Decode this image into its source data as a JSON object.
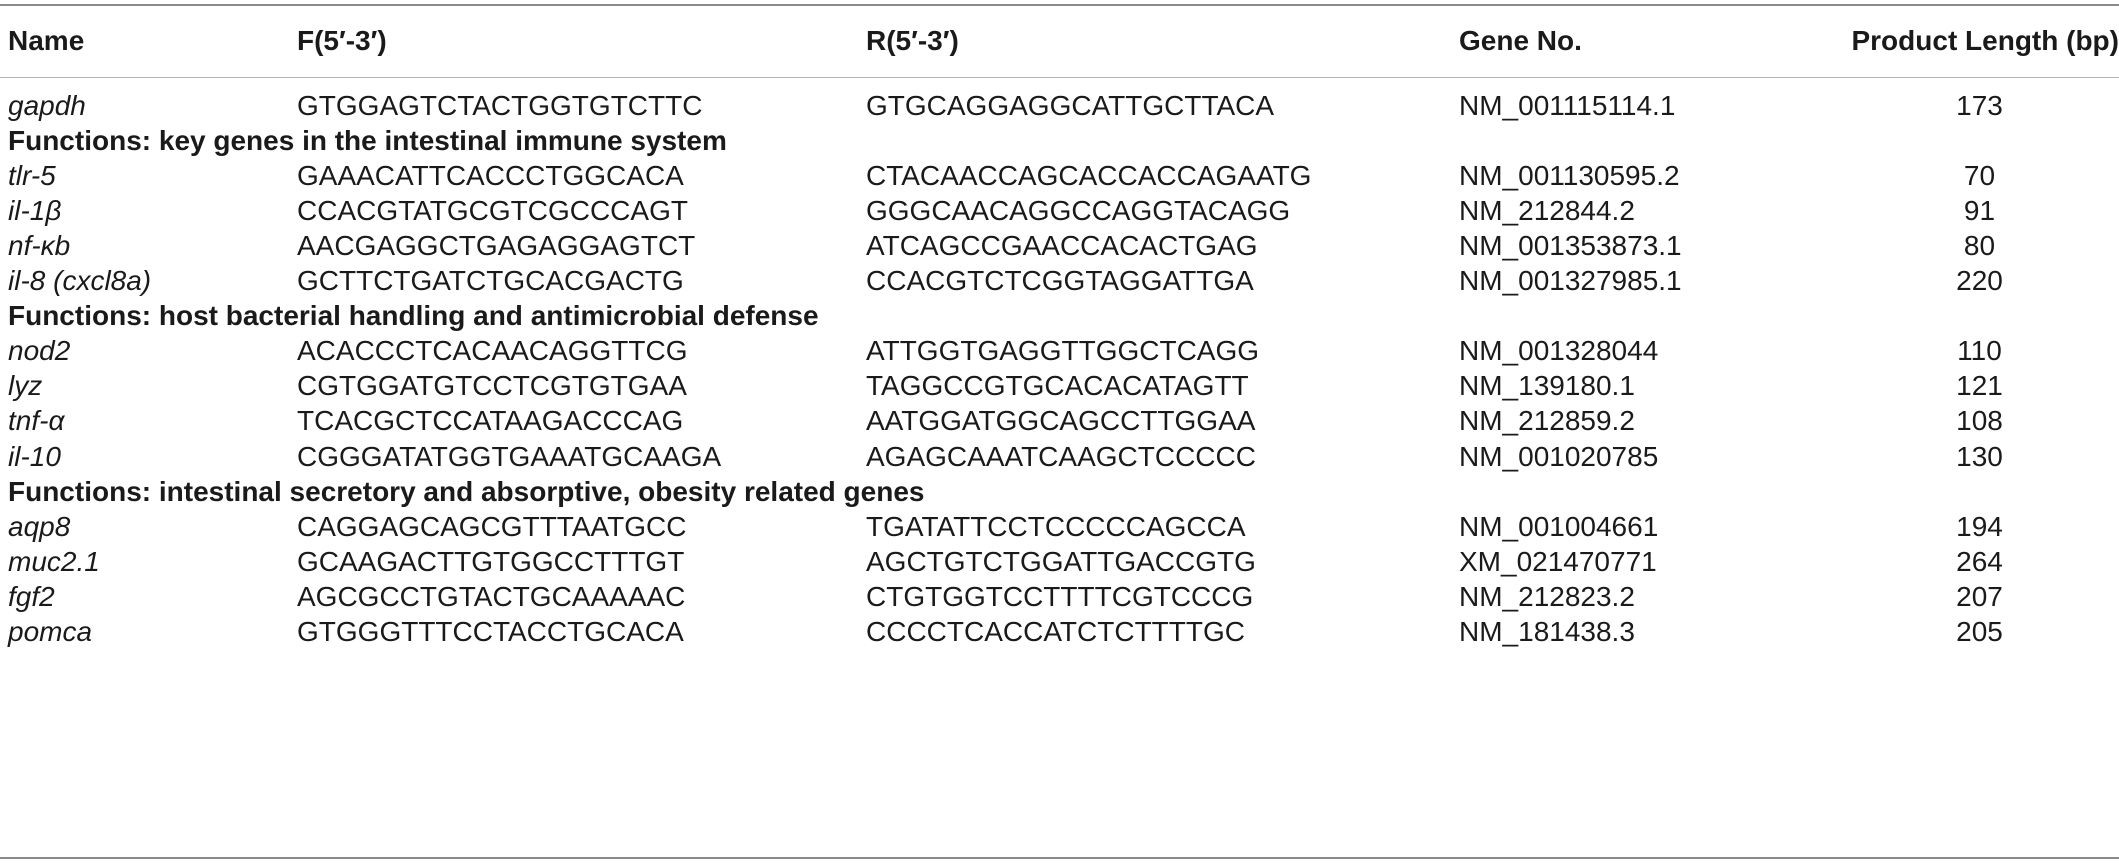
{
  "header": {
    "name": "Name",
    "forward": "F(5′-3′)",
    "reverse": "R(5′-3′)",
    "gene_no": "Gene No.",
    "product_length": "Product Length (bp)"
  },
  "rows": [
    {
      "name": "gapdh",
      "f": "GTGGAGTCTACTGGTGTCTTC",
      "r": "GTGCAGGAGGCATTGCTTACA",
      "gene": "NM_001115114.1",
      "len": "173"
    },
    {
      "section": "Functions: key genes in the intestinal immune system"
    },
    {
      "name": "tlr-5",
      "f": "GAAACATTCACCCTGGCACA",
      "r": "CTACAACCAGCACCACCAGAATG",
      "gene": "NM_001130595.2",
      "len": "70"
    },
    {
      "name": "il-1β",
      "f": "CCACGTATGCGTCGCCCAGT",
      "r": "GGGCAACAGGCCAGGTACAGG",
      "gene": "NM_212844.2",
      "len": "91"
    },
    {
      "name": "nf-κb",
      "f": "AACGAGGCTGAGAGGAGTCT",
      "r": "ATCAGCCGAACCACACTGAG",
      "gene": "NM_001353873.1",
      "len": "80"
    },
    {
      "name": "il-8 (cxcl8a)",
      "f": "GCTTCTGATCTGCACGACTG",
      "r": "CCACGTCTCGGTAGGATTGA",
      "gene": "NM_001327985.1",
      "len": "220"
    },
    {
      "section": "Functions: host bacterial handling and antimicrobial defense"
    },
    {
      "name": "nod2",
      "f": "ACACCCTCACAACAGGTTCG",
      "r": "ATTGGTGAGGTTGGCTCAGG",
      "gene": "NM_001328044",
      "len": "110"
    },
    {
      "name": "lyz",
      "f": "CGTGGATGTCCTCGTGTGAA",
      "r": "TAGGCCGTGCACACATAGTT",
      "gene": "NM_139180.1",
      "len": "121"
    },
    {
      "name": "tnf-α",
      "f": "TCACGCTCCATAAGACCCAG",
      "r": "AATGGATGGCAGCCTTGGAA",
      "gene": "NM_212859.2",
      "len": "108"
    },
    {
      "name": "il-10",
      "f": "CGGGATATGGTGAAATGCAAGA",
      "r": "AGAGCAAATCAAGCTCCCCC",
      "gene": "NM_001020785",
      "len": "130"
    },
    {
      "section": "Functions: intestinal secretory and absorptive, obesity related genes"
    },
    {
      "name": "aqp8",
      "f": "CAGGAGCAGCGTTTAATGCC",
      "r": "TGATATTCCTCCCCCAGCCA",
      "gene": "NM_001004661",
      "len": "194"
    },
    {
      "name": "muc2.1",
      "f": "GCAAGACTTGTGGCCTTTGT",
      "r": "AGCTGTCTGGATTGACCGTG",
      "gene": "XM_021470771",
      "len": "264"
    },
    {
      "name": "fgf2",
      "f": "AGCGCCTGTACTGCAAAAAC",
      "r": "CTGTGGTCCTTTTCGTCCCG",
      "gene": "NM_212823.2",
      "len": "207"
    },
    {
      "name": "pomca",
      "f": "GTGGGTTTCCTACCTGCACA",
      "r": "CCCCTCACCATCTCTTTTGC",
      "gene": "NM_181438.3",
      "len": "205"
    }
  ]
}
